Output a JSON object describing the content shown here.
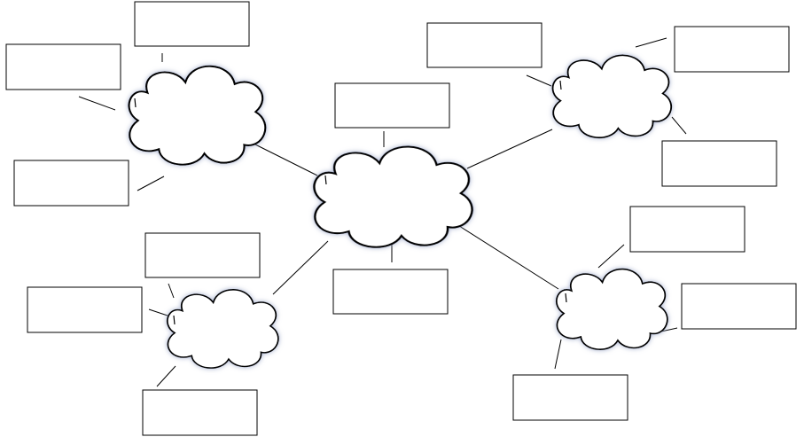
{
  "diagram": {
    "type": "blank-cloud-web-organizer",
    "central": {
      "name": "central",
      "text": ""
    },
    "clouds": [
      {
        "name": "top-left",
        "text": "",
        "boxes": [
          "",
          "",
          ""
        ]
      },
      {
        "name": "top-right",
        "text": "",
        "boxes": [
          "",
          "",
          ""
        ]
      },
      {
        "name": "bottom-left",
        "text": "",
        "boxes": [
          "",
          "",
          ""
        ]
      },
      {
        "name": "bottom-right",
        "text": "",
        "boxes": [
          "",
          "",
          ""
        ]
      }
    ],
    "central_boxes": [
      "",
      ""
    ]
  },
  "colors": {
    "stroke": "#000000",
    "fill": "#ffffff",
    "shadow": "#9aa6c8"
  }
}
